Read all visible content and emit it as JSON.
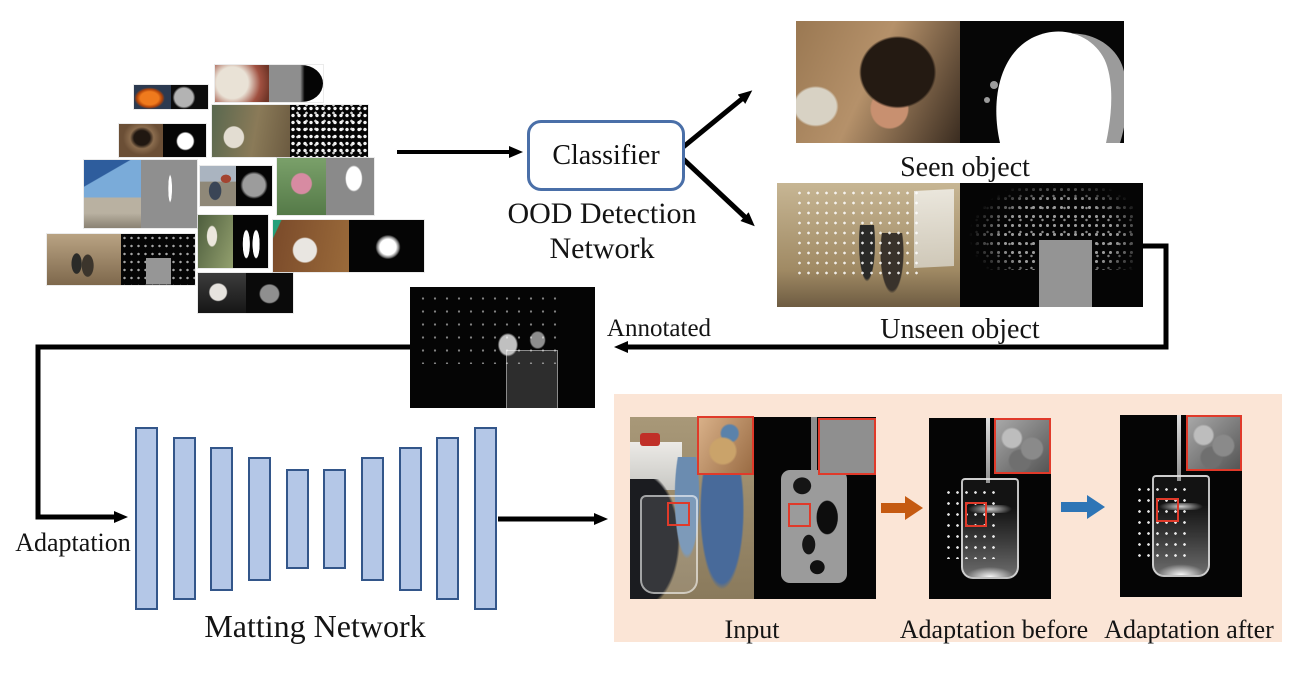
{
  "labels": {
    "classifier": "Classifier",
    "ood_line1": "OOD Detection",
    "ood_line2": "Network",
    "seen": "Seen object",
    "unseen": "Unseen object",
    "annotated": "Annotated",
    "adaptation": "Adaptation",
    "matting": "Matting Network",
    "input": "Input",
    "before": "Adaptation before",
    "after": "Adaptation after"
  },
  "colors": {
    "classifier_border": "#4a6fa8",
    "network_bar_fill": "#b4c7e7",
    "network_bar_border": "#33568a",
    "result_panel_bg": "#fbe5d6",
    "arrow_orange": "#c55a11",
    "arrow_blue": "#2e75b6",
    "annotation_red": "#e03a2a",
    "connector": "#000000"
  }
}
